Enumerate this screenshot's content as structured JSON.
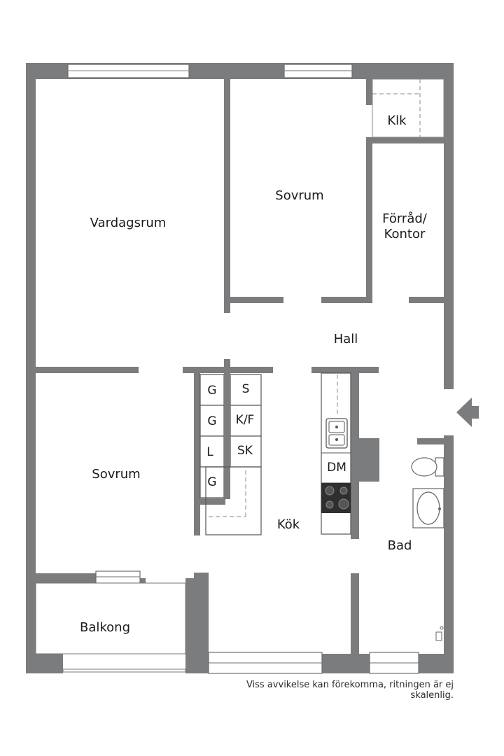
{
  "rooms": {
    "living": "Vardagsrum",
    "bedroom_top": "Sovrum",
    "closet": "Klk",
    "storage": "Förråd/\nKontor",
    "hall": "Hall",
    "bedroom_left": "Sovrum",
    "kitchen": "Kök",
    "bath": "Bad",
    "balcony": "Balkong"
  },
  "cabinets": {
    "left_column": [
      "G",
      "G",
      "L",
      "G"
    ],
    "right_column": [
      "S",
      "K/F",
      "SK"
    ],
    "dishwasher": "DM"
  },
  "footer_note": "Viss avvikelse kan förekomma, ritningen är ej skalenlig.",
  "colors": {
    "wall": "#7b7c7e",
    "background": "#ffffff",
    "stove": "#2f2f2f"
  },
  "icons": [
    "entrance-arrow-icon",
    "sink-icon",
    "stove-icon",
    "toilet-icon",
    "washbasin-icon",
    "drain-icon"
  ]
}
